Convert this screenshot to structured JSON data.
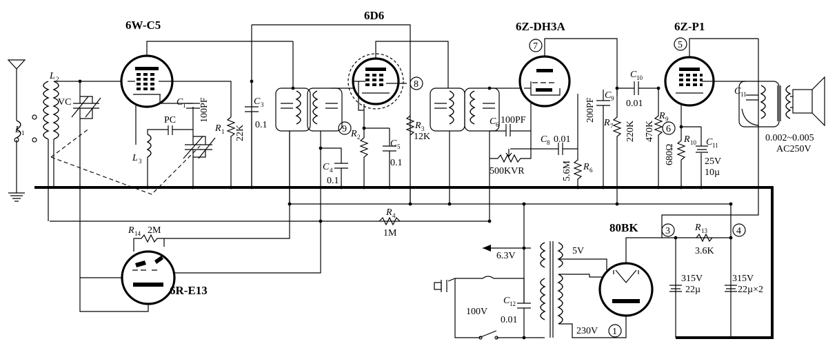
{
  "tubes": {
    "converter": "6W-C5",
    "if_amp": "6D6",
    "detector": "6Z-DH3A",
    "output": "6Z-P1",
    "rectifier": "80BK",
    "tuning_eye": "6R-E13"
  },
  "labels": {
    "l1": "L",
    "l1_sub": "1",
    "l2": "L",
    "l2_sub": "2",
    "l3": "L",
    "l3_sub": "3",
    "vc": "VC",
    "pc": "PC",
    "c1": "C",
    "c1_sub": "1",
    "c1_val": "100PF",
    "r1": "R",
    "r1_sub": "1",
    "r1_val": "22K",
    "c3": "C",
    "c3_sub": "3",
    "c3_val": "0.1",
    "r2": "R",
    "r2_sub": "2",
    "c4": "C",
    "c4_sub": "4",
    "c4_val": "0.1",
    "c5": "C",
    "c5_sub": "5",
    "c5_val": "0.1",
    "r3": "R",
    "r3_sub": "3",
    "r3_val": "12K",
    "r4": "R",
    "r4_sub": "4",
    "r4_val": "1M",
    "c6": "C",
    "c6_sub": "6",
    "c6_val": "100PF",
    "c8": "C",
    "c8_sub": "8",
    "c8_val": "0.01",
    "vr_val": "500KVR",
    "r6": "R",
    "r6_sub": "6",
    "r6_val": "5.6M",
    "c9": "C",
    "c9_sub": "9",
    "c9_val": "200PF",
    "r7": "R",
    "r7_sub": "7",
    "r7_val": "220K",
    "c10": "C",
    "c10_sub": "10",
    "c10_val": "0.01",
    "r9": "R",
    "r9_sub": "9",
    "r9_val": "470K",
    "r8_val": "680Ω",
    "r10": "R",
    "r10_sub": "10",
    "c11b": "C",
    "c11b_sub": "11",
    "c11b_val1": "25V",
    "c11b_val2": "10µ",
    "c11": "C",
    "c11_sub": "11",
    "c11_val1": "0.002~0.005",
    "c11_val2": "AC250V",
    "r14": "R",
    "r14_sub": "14",
    "r14_val": "2M",
    "r13": "R",
    "r13_sub": "13",
    "r13_val": "3.6K",
    "c12": "C",
    "c12_sub": "12",
    "c12_val": "0.01",
    "v63": "6.3V",
    "v5": "5V",
    "v100": "100V",
    "v230": "230V",
    "cap1_v": "315V",
    "cap1_c": "22µ",
    "cap2_v": "315V",
    "cap2_c": "22µ×2"
  },
  "pins": {
    "p1": "1",
    "p3": "3",
    "p4": "4",
    "p5": "5",
    "p6": "6",
    "p7": "7",
    "p8": "8",
    "p9": "9"
  }
}
